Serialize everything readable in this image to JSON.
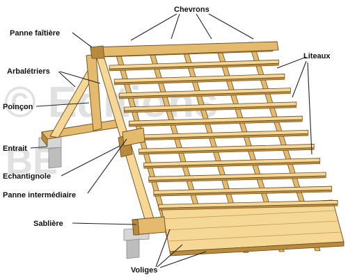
{
  "colors": {
    "wood_light": "#f5d796",
    "wood_mid": "#e4ba6d",
    "wood_dark": "#b88a3e",
    "outline": "#6b4a1c",
    "wall": "#d6d6d6",
    "wall_dark": "#9a9a9a",
    "label": "#111111",
    "watermark": "#c9c9c9"
  },
  "labels": {
    "chevrons": "Chevrons",
    "panne_faitiere": "Panne faîtière",
    "liteaux": "Liteaux",
    "arbaletriers": "Arbalétriers",
    "poincon": "Poinçon",
    "entrait": "Entrait",
    "echantignole": "Echantignole",
    "panne_intermediaire": "Panne intermédiaire",
    "sabliere": "Sablière",
    "voliges": "Voliges"
  },
  "watermark": {
    "line1": "© Editions",
    "line2": "BE"
  }
}
